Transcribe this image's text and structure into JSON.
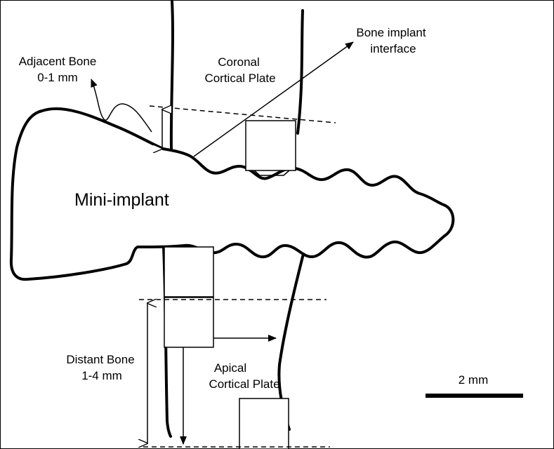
{
  "labels": {
    "adjacent_bone_line1": "Adjacent Bone",
    "adjacent_bone_line2": "0-1 mm",
    "coronal_plate_line1": "Coronal",
    "coronal_plate_line2": "Cortical Plate",
    "interface_line1": "Bone implant",
    "interface_line2": "interface",
    "implant": "Mini-implant",
    "distant_bone_line1": "Distant Bone",
    "distant_bone_line2": "1-4 mm",
    "apical_plate_line1": "Apical",
    "apical_plate_line2": "Cortical Plate",
    "scale_bar": "2 mm"
  },
  "colors": {
    "stroke": "#000000",
    "background": "#ffffff"
  }
}
